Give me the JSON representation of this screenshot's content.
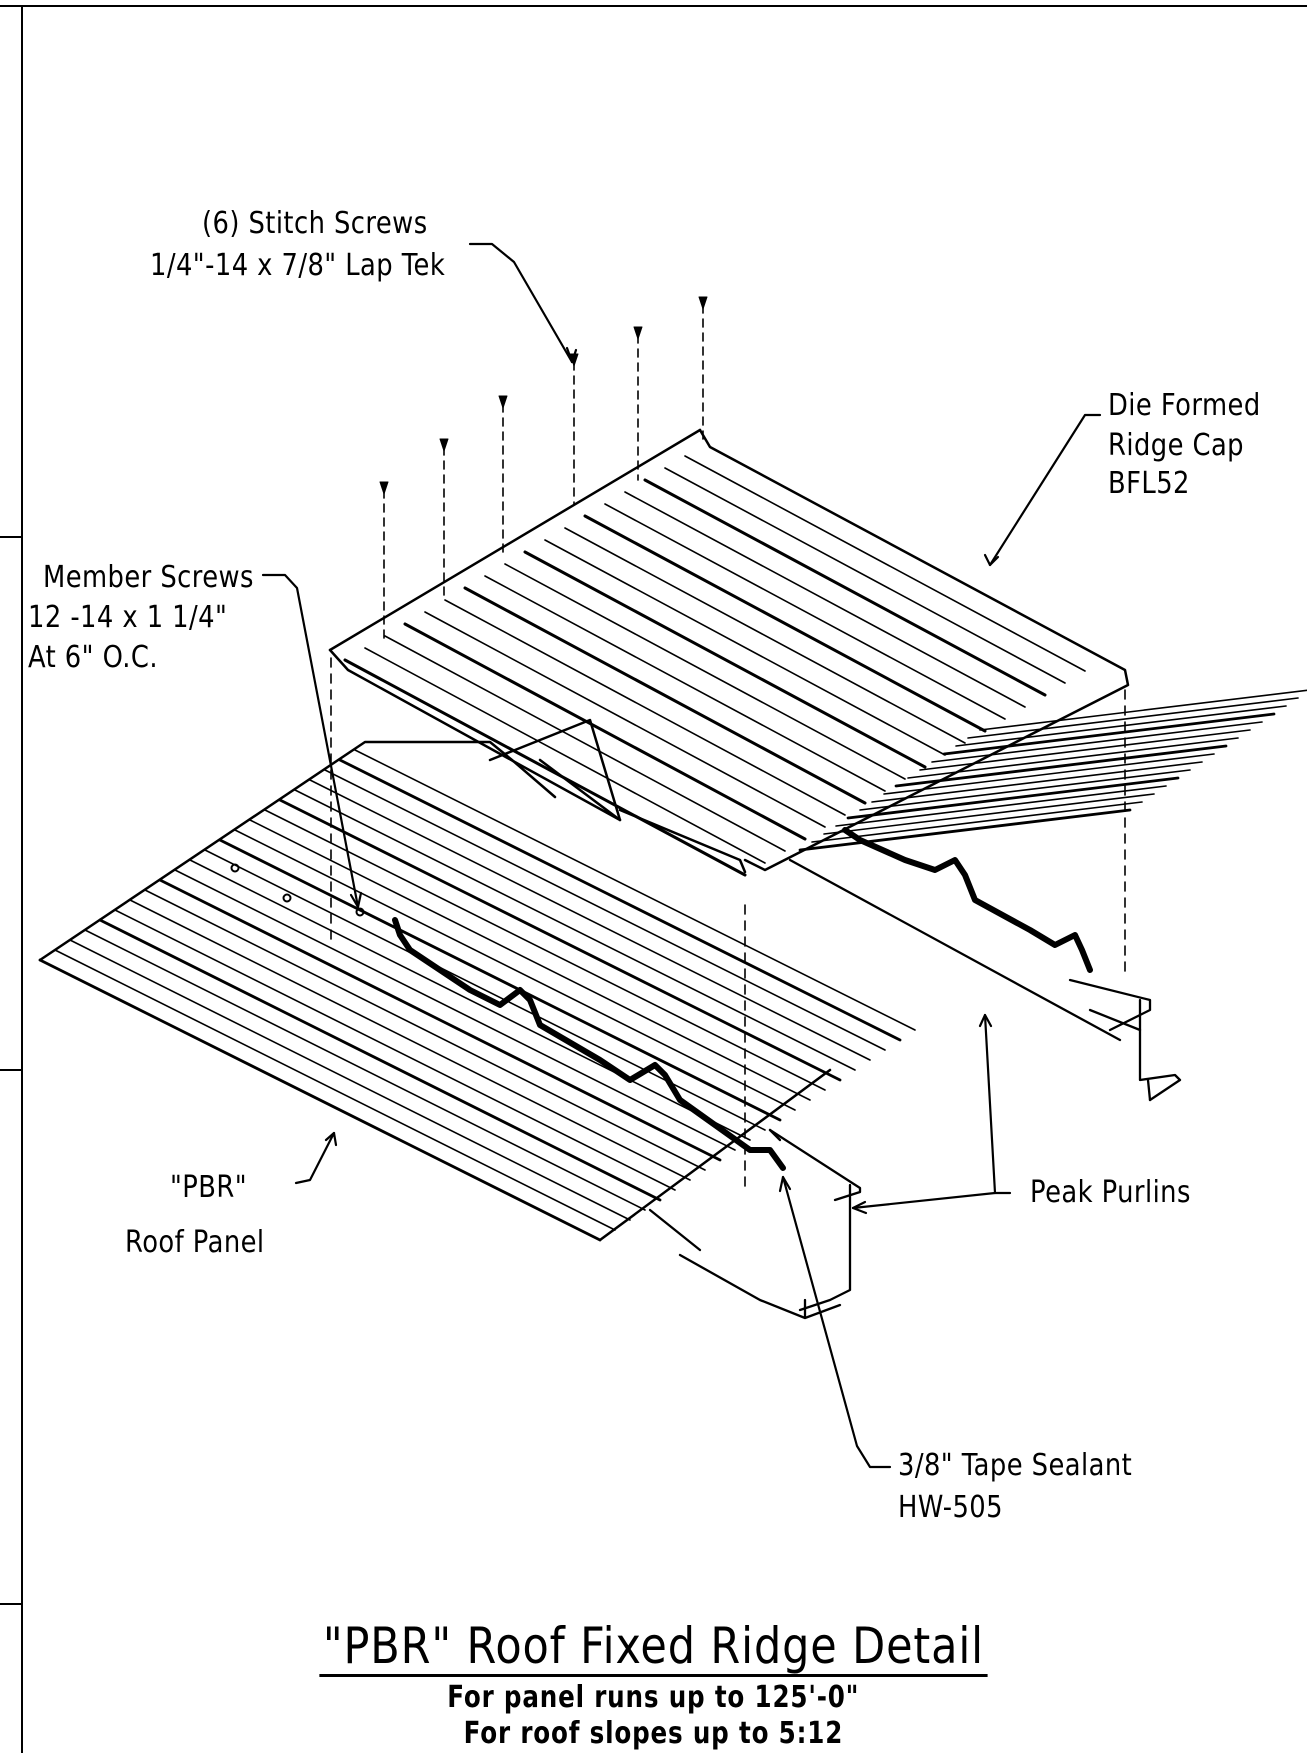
{
  "labels": {
    "stitch_screws": [
      "(6) Stitch Screws",
      "1/4\"-14 x 7/8\" Lap Tek"
    ],
    "member_screws": [
      "Member Screws",
      "12 -14 x 1 1/4\"",
      "At 6\" O.C."
    ],
    "ridge_cap": [
      "Die Formed",
      "Ridge Cap",
      "BFL52"
    ],
    "roof_panel": [
      "\"PBR\"",
      "Roof Panel"
    ],
    "peak_purlins": "Peak Purlins",
    "tape_sealant": [
      "3/8\" Tape Sealant",
      "HW-505"
    ]
  },
  "title": {
    "main": "\"PBR\" Roof Fixed Ridge Detail",
    "sub1": "For panel runs up to 125'-0\"",
    "sub2": "For roof slopes up to 5:12"
  }
}
